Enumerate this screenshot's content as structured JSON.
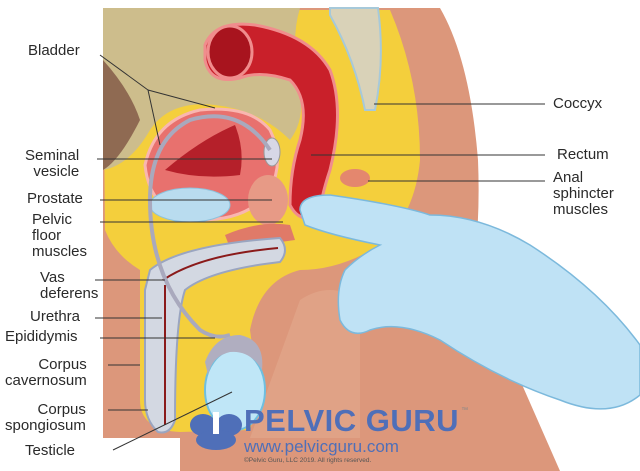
{
  "labels_left": {
    "bladder": "Bladder",
    "seminal_vesicle": "Seminal\nvesicle",
    "prostate": "Prostate",
    "pelvic_floor": "Pelvic\nfloor\nmuscles",
    "vas_deferens": "Vas\ndeferens",
    "urethra": "Urethra",
    "epididymis": "Epididymis",
    "corpus_cavernosum": "Corpus\ncavernosum",
    "corpus_spongiosum": "Corpus\nspongiosum",
    "testicle": "Testicle"
  },
  "labels_right": {
    "coccyx": "Coccyx",
    "rectum": "Rectum",
    "anal_sphincter": "Anal\nsphincter\nmuscles"
  },
  "logo": {
    "name": "PELVIC GURU",
    "tm": "™",
    "url": "www.pelvicguru.com",
    "copyright": "©Pelvic Guru, LLC 2019. All rights reserved."
  },
  "colors": {
    "skin": "#dc977b",
    "fat": "#f4cf3c",
    "bone": "#cdbd8c",
    "muscle": "#c9202a",
    "glove": "#bfe2f5",
    "brand": "#4f6fb8"
  }
}
